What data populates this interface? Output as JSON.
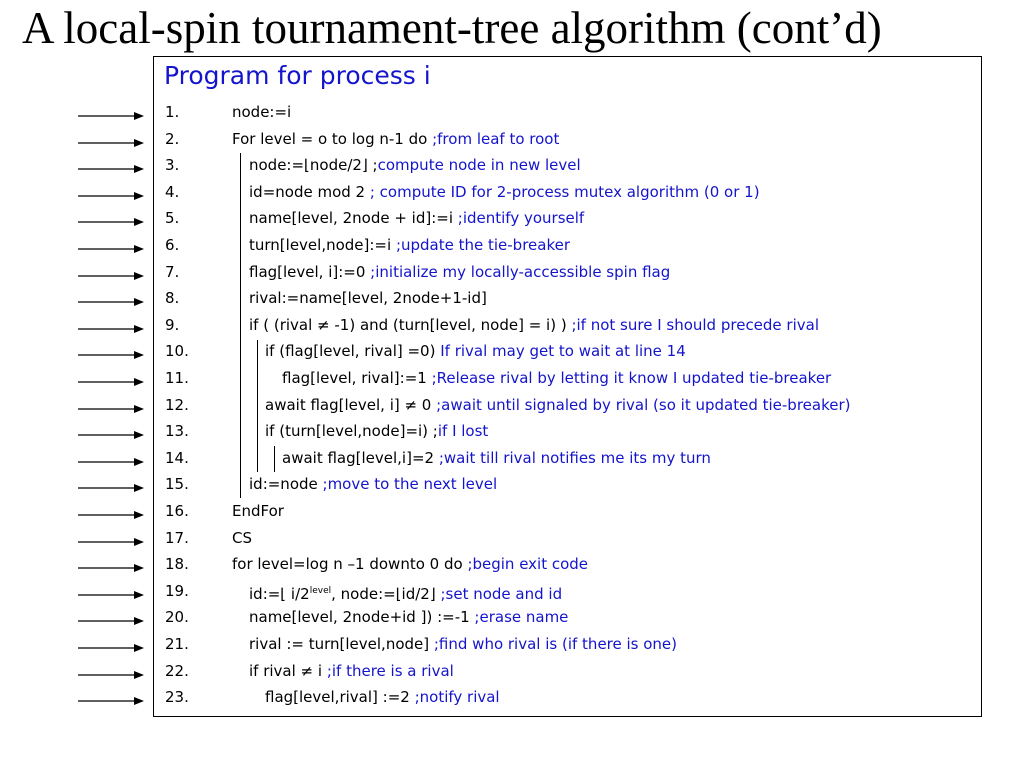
{
  "slide": {
    "title": "A local-spin tournament-tree algorithm (cont’d)",
    "header": "Program for process i"
  },
  "colors": {
    "comment": "#1414cc",
    "text": "#000000"
  },
  "lines": [
    {
      "num": "1.",
      "indent": 0,
      "code": "node:=i",
      "comment": ""
    },
    {
      "num": "2.",
      "indent": 0,
      "code": "For level = o to log n-1 do ",
      "comment": ";from leaf to root"
    },
    {
      "num": "3.",
      "indent": 1,
      "code": "node:=⌊node/2⌋ ;",
      "comment": "compute node in new level"
    },
    {
      "num": "4.",
      "indent": 1,
      "code": "id=node mod 2 ",
      "comment": "; compute ID for 2-process mutex algorithm (0 or 1)"
    },
    {
      "num": "5.",
      "indent": 1,
      "code": "name[level, 2node + id]:=i ",
      "comment": ";identify yourself"
    },
    {
      "num": "6.",
      "indent": 1,
      "code": "turn[level,node]:=i ",
      "comment": ";update the tie-breaker"
    },
    {
      "num": "7.",
      "indent": 1,
      "code": "flag[level, i]:=0 ",
      "comment": ";initialize my locally-accessible spin flag"
    },
    {
      "num": "8.",
      "indent": 1,
      "code": "rival:=name[level, 2node+1-id]",
      "comment": ""
    },
    {
      "num": "9.",
      "indent": 1,
      "code": "if ( (rival ≠ -1) and (turn[level, node] = i) ) ",
      "comment": ";if not sure I should precede rival"
    },
    {
      "num": "10.",
      "indent": 2,
      "code": "if (flag[level, rival] =0)  ",
      "comment": "If rival may get to wait at line 14"
    },
    {
      "num": "11.",
      "indent": 3,
      "code": "flag[level, rival]:=1 ",
      "comment": ";Release rival by letting it know I updated tie-breaker"
    },
    {
      "num": "12.",
      "indent": 2,
      "code": "await flag[level, i] ≠ 0 ",
      "comment": ";await until signaled by rival (so it updated tie-breaker)"
    },
    {
      "num": "13.",
      "indent": 2,
      "code": "if (turn[level,node]=i) ;",
      "comment": "if I lost"
    },
    {
      "num": "14.",
      "indent": 3,
      "code": "await flag[level,i]=2 ",
      "comment": ";wait till rival notifies me its my turn"
    },
    {
      "num": "15.",
      "indent": 1,
      "code": "id:=node ",
      "comment": ";move to the next level"
    },
    {
      "num": "16.",
      "indent": 0,
      "code": "EndFor",
      "comment": ""
    },
    {
      "num": "17.",
      "indent": 0,
      "code": "CS",
      "comment": ""
    },
    {
      "num": "18.",
      "indent": 0,
      "code": "for level=log n –1 downto 0 do ",
      "comment": ";begin exit code"
    },
    {
      "num": "19.",
      "indent": 1,
      "code_pre": "id:=⌊ i/2",
      "code_sup": "level",
      "code": ", node:=⌊id/2⌋  ",
      "comment": ";set node and id"
    },
    {
      "num": "20.",
      "indent": 1,
      "code": "name[level, 2node+id ]) :=-1 ",
      "comment": ";erase name"
    },
    {
      "num": "21.",
      "indent": 1,
      "code": "rival := turn[level,node] ",
      "comment": ";find who rival is (if there is one)"
    },
    {
      "num": "22.",
      "indent": 1,
      "code": "if rival ≠  i ",
      "comment": ";if there is a rival"
    },
    {
      "num": "23.",
      "indent": 2,
      "code": "flag[level,rival] :=2 ",
      "comment": ";notify rival"
    }
  ]
}
